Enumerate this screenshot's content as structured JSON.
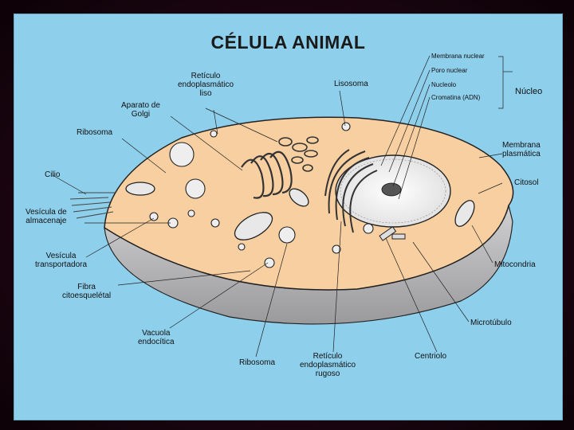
{
  "title": "CÉLULA  ANIMAL",
  "labels": {
    "reticulo_liso": "Retículo\nendoplasmático\nliso",
    "lisosoma": "Lisosoma",
    "aparato_golgi": "Aparato de\nGolgi",
    "ribosoma_top": "Ribosoma",
    "cilio": "Cilio",
    "vesicula_almacenaje": "Vesícula de\nalmacenaje",
    "vesicula_transportadora": "Vesícula\ntransportadora",
    "fibra_citoesqueletal": "Fibra\ncitoesquelétal",
    "vacuola_endocitica": "Vacuola\nendocítica",
    "ribosoma_bottom": "Ribosoma",
    "reticulo_rugoso": "Retículo\nendoplasmático\nrugoso",
    "centriolo": "Centriolo",
    "microtubulo": "Microtúbulo",
    "mitocondria": "Mitocondria",
    "citosol": "Citosol",
    "membrana_plasmatica": "Membrana\nplasmática",
    "nucleo": "Núcleo",
    "membrana_nuclear": "Membrana nuclear",
    "poro_nuclear": "Poro nuclear",
    "nucleolo": "Nucleolo",
    "cromatina": "Cromatina (ADN)"
  },
  "colors": {
    "background": "#8ecfec",
    "cytoplasm": "#f7cfa0",
    "side": "#b9b9bb",
    "frame": "#2a0918"
  }
}
